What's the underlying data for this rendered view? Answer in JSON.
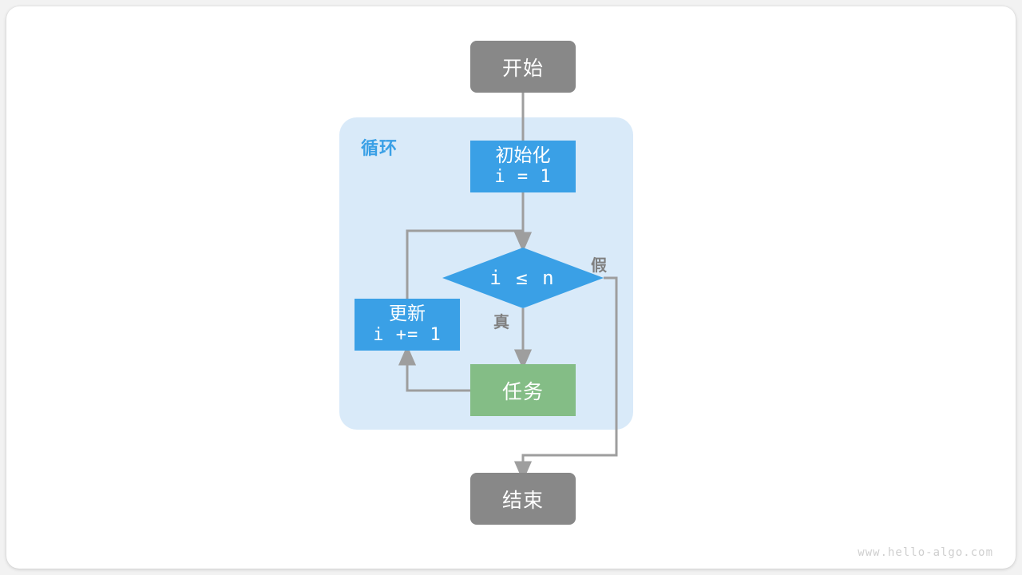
{
  "diagram": {
    "title": "for-loop-flowchart",
    "watermark": "www.hello-algo.com",
    "colors": {
      "terminal": "#888888",
      "process_blue": "#3aa0e6",
      "process_green": "#84bd86",
      "loop_container": "#d9eaf9",
      "edge": "#9e9e9e",
      "label_text": "#808080",
      "canvas": "#ffffff"
    },
    "nodes": {
      "start": {
        "label": "开始",
        "shape": "rounded-rect",
        "color": "#888888"
      },
      "init": {
        "label_line1": "初始化",
        "label_line2": "i = 1",
        "shape": "rect",
        "color": "#3aa0e6"
      },
      "condition": {
        "label": "i ≤ n",
        "shape": "diamond",
        "color": "#3aa0e6"
      },
      "update": {
        "label_line1": "更新",
        "label_line2": "i += 1",
        "shape": "rect",
        "color": "#3aa0e6"
      },
      "task": {
        "label": "任务",
        "shape": "rect",
        "color": "#84bd86"
      },
      "end": {
        "label": "结束",
        "shape": "rounded-rect",
        "color": "#888888"
      }
    },
    "groups": {
      "loop": {
        "label": "循环",
        "color": "#d9eaf9",
        "label_color": "#3aa0e6"
      }
    },
    "edge_labels": {
      "true": "真",
      "false": "假"
    }
  }
}
